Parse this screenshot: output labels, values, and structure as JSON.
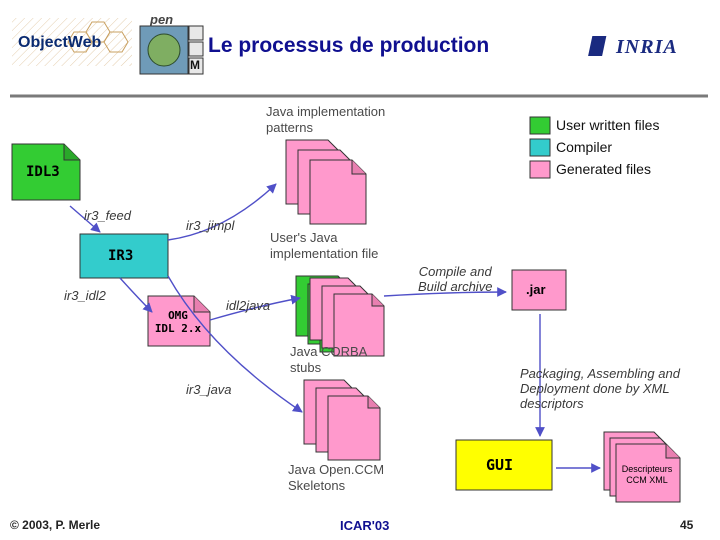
{
  "header": {
    "title": "Le processus de production",
    "objectweb_logo": "ObjectWeb",
    "omg_logo": "pen",
    "omg_logo_m": "M",
    "inria_logo": "INRIA"
  },
  "legend": {
    "items": [
      {
        "label": "User written files",
        "color": "#33cc33"
      },
      {
        "label": "Compiler",
        "color": "#33cccc"
      },
      {
        "label": "Generated files",
        "color": "#ff99cc"
      }
    ]
  },
  "diagram": {
    "idl3": "IDL3",
    "ir3": "IR3",
    "omg_idl": "OMG\nIDL 2.x",
    "gui": "GUI",
    "jar": ".jar",
    "descripteurs": "Descripteurs\nCCM XML",
    "java_impl_patterns": "Java implementation\npatterns",
    "users_java_impl": "User's Java\nimplementation file",
    "java_corba_stubs": "Java CORBA\nstubs",
    "java_openccm_skeletons": "Java Open.CCM\nSkeletons",
    "compile_build": "Compile and\nBuild archive",
    "packaging": "Packaging, Assembling and\nDeployment done by XML\ndescriptors",
    "ir3_feed": "ir3_feed",
    "ir3_jimpl": "ir3_jimpl",
    "ir3_idl2": "ir3_idl2",
    "idl2java": "idl2java",
    "ir3_java": "ir3_java"
  },
  "footer": {
    "copyright": "© 2003, P. Merle",
    "conference": "ICAR'03",
    "page": "45"
  },
  "colors": {
    "green": "#33cc33",
    "cyan": "#33cccc",
    "pink": "#ff99cc",
    "yellow": "#ffff00",
    "arrow": "#5050c8",
    "title": "#101090"
  }
}
